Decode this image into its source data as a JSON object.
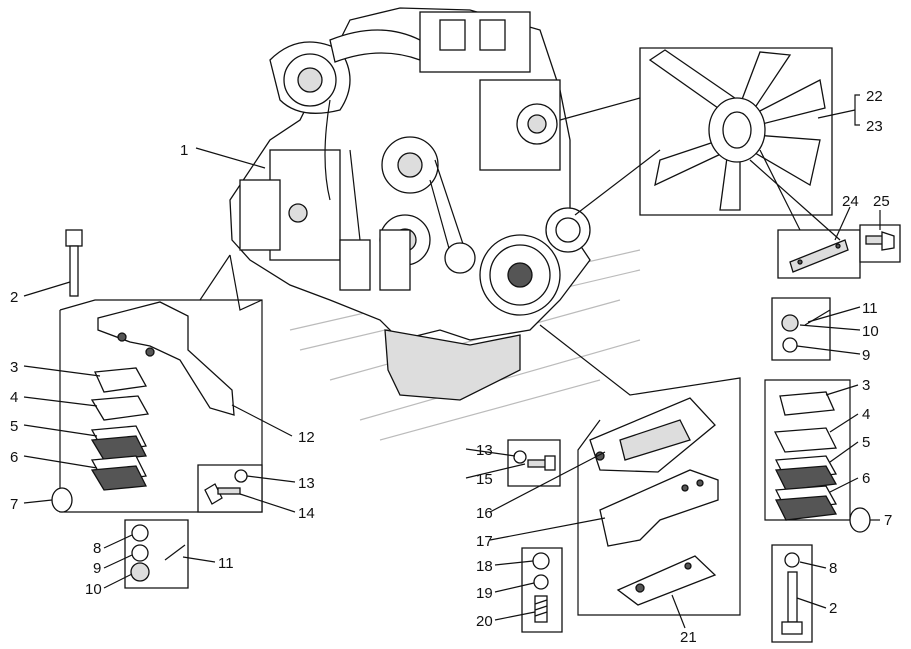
{
  "labels": {
    "l1": "1",
    "l2a": "2",
    "l2b": "2",
    "l3a": "3",
    "l3b": "3",
    "l4a": "4",
    "l4b": "4",
    "l5a": "5",
    "l5b": "5",
    "l6a": "6",
    "l6b": "6",
    "l7a": "7",
    "l7b": "7",
    "l8a": "8",
    "l8b": "8",
    "l9a": "9",
    "l9b": "9",
    "l10a": "10",
    "l10b": "10",
    "l11a": "11",
    "l11b": "11",
    "l12": "12",
    "l13a": "13",
    "l13b": "13",
    "l14": "14",
    "l15": "15",
    "l16": "16",
    "l17": "17",
    "l18": "18",
    "l19": "19",
    "l20": "20",
    "l21": "21",
    "l22": "22",
    "l23": "23",
    "l24": "24",
    "l25": "25"
  }
}
